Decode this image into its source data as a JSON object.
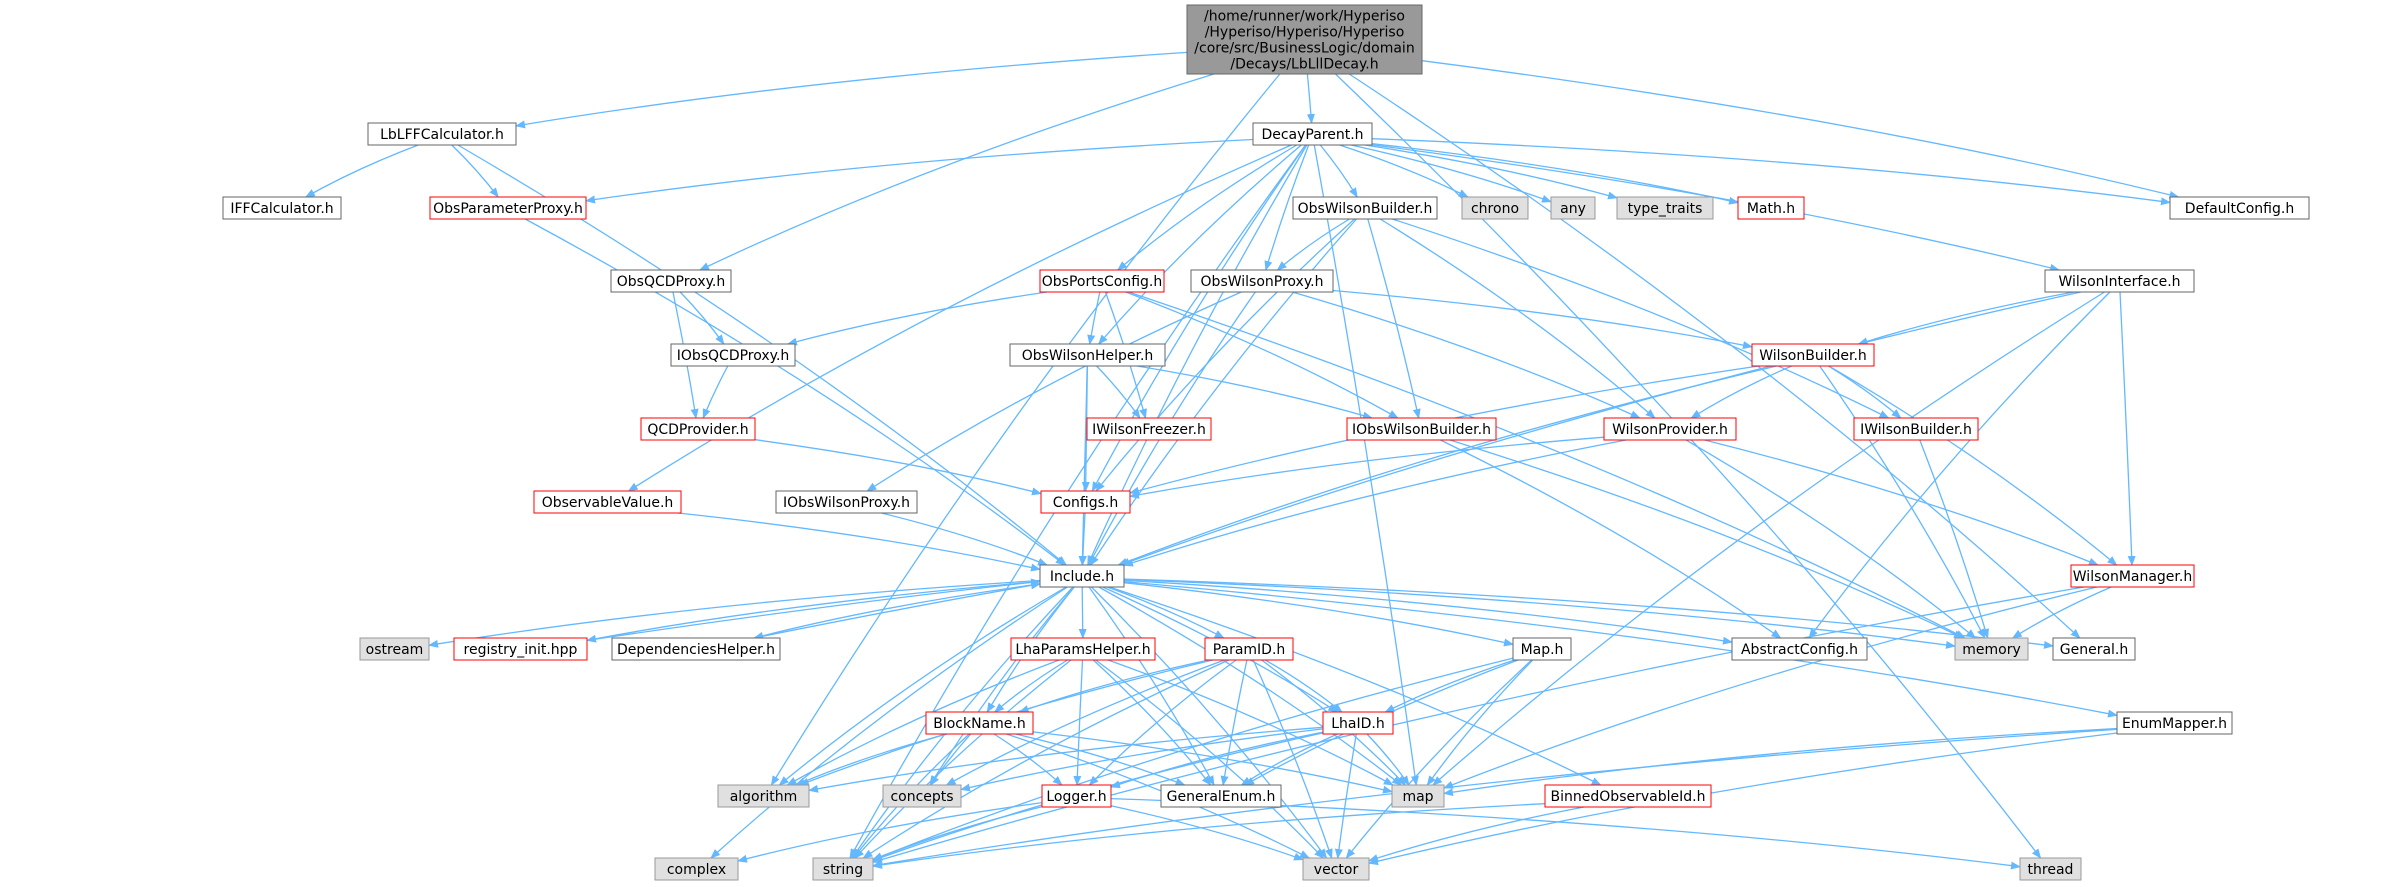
{
  "nodes": {
    "root": {
      "label": "/home/runner/work/Hyperiso\n/Hyperiso/Hyperiso/Hyperiso\n/core/src/BusinessLogic/domain\n/Decays/LbLllDecay.h",
      "style": "root"
    },
    "lblff": {
      "label": "LbLFFCalculator.h",
      "style": "normal"
    },
    "iff": {
      "label": "IFFCalculator.h",
      "style": "normal"
    },
    "decayparent": {
      "label": "DecayParent.h",
      "style": "normal"
    },
    "obsparamproxy": {
      "label": "ObsParameterProxy.h",
      "style": "red"
    },
    "chrono": {
      "label": "chrono",
      "style": "gray"
    },
    "any": {
      "label": "any",
      "style": "gray"
    },
    "typetraits": {
      "label": "type_traits",
      "style": "gray"
    },
    "math": {
      "label": "Math.h",
      "style": "red"
    },
    "defaultconfig": {
      "label": "DefaultConfig.h",
      "style": "normal"
    },
    "obswilsonbuilder": {
      "label": "ObsWilsonBuilder.h",
      "style": "normal"
    },
    "obsqcdproxy": {
      "label": "ObsQCDProxy.h",
      "style": "normal"
    },
    "obsportsconfig": {
      "label": "ObsPortsConfig.h",
      "style": "red"
    },
    "obswilsonproxy": {
      "label": "ObsWilsonProxy.h",
      "style": "normal"
    },
    "wilsoninterface": {
      "label": "WilsonInterface.h",
      "style": "normal"
    },
    "iobsqcdproxy": {
      "label": "IObsQCDProxy.h",
      "style": "normal"
    },
    "obswilsonhelper": {
      "label": "ObsWilsonHelper.h",
      "style": "normal"
    },
    "wilsonbuilder": {
      "label": "WilsonBuilder.h",
      "style": "red"
    },
    "qcdprovider": {
      "label": "QCDProvider.h",
      "style": "red"
    },
    "iwilsonfreezer": {
      "label": "IWilsonFreezer.h",
      "style": "red"
    },
    "iobswilsonbuilder": {
      "label": "IObsWilsonBuilder.h",
      "style": "red"
    },
    "wilsonprovider": {
      "label": "WilsonProvider.h",
      "style": "red"
    },
    "iwilsonbuilder": {
      "label": "IWilsonBuilder.h",
      "style": "red"
    },
    "observablevalue": {
      "label": "ObservableValue.h",
      "style": "red"
    },
    "iobswilsonproxy": {
      "label": "IObsWilsonProxy.h",
      "style": "normal"
    },
    "configs": {
      "label": "Configs.h",
      "style": "red"
    },
    "include": {
      "label": "Include.h",
      "style": "normal"
    },
    "wilsonmanager": {
      "label": "WilsonManager.h",
      "style": "red"
    },
    "ostream": {
      "label": "ostream",
      "style": "gray"
    },
    "registryinit": {
      "label": "registry_init.hpp",
      "style": "red"
    },
    "dependencieshelper": {
      "label": "DependenciesHelper.h",
      "style": "normal"
    },
    "lhaparamshelper": {
      "label": "LhaParamsHelper.h",
      "style": "red"
    },
    "paramid": {
      "label": "ParamID.h",
      "style": "red"
    },
    "maph": {
      "label": "Map.h",
      "style": "normal"
    },
    "abstractconfig": {
      "label": "AbstractConfig.h",
      "style": "normal"
    },
    "memory": {
      "label": "memory",
      "style": "gray"
    },
    "general": {
      "label": "General.h",
      "style": "normal"
    },
    "blockname": {
      "label": "BlockName.h",
      "style": "red"
    },
    "lhaid": {
      "label": "LhaID.h",
      "style": "red"
    },
    "enummapper": {
      "label": "EnumMapper.h",
      "style": "normal"
    },
    "algorithm": {
      "label": "algorithm",
      "style": "gray"
    },
    "concepts": {
      "label": "concepts",
      "style": "gray"
    },
    "logger": {
      "label": "Logger.h",
      "style": "red"
    },
    "generalenum": {
      "label": "GeneralEnum.h",
      "style": "normal"
    },
    "binnedobs": {
      "label": "BinnedObservableId.h",
      "style": "red"
    },
    "map": {
      "label": "map",
      "style": "gray"
    },
    "complex": {
      "label": "complex",
      "style": "gray"
    },
    "string": {
      "label": "string",
      "style": "gray"
    },
    "vector": {
      "label": "vector",
      "style": "gray"
    },
    "thread": {
      "label": "thread",
      "style": "gray"
    }
  },
  "edges": [
    [
      "root",
      "lblff"
    ],
    [
      "root",
      "decayparent"
    ],
    [
      "root",
      "defaultconfig"
    ],
    [
      "root",
      "obsqcdproxy"
    ],
    [
      "root",
      "algorithm"
    ],
    [
      "root",
      "thread"
    ],
    [
      "root",
      "general"
    ],
    [
      "lblff",
      "iff"
    ],
    [
      "lblff",
      "obsparamproxy"
    ],
    [
      "lblff",
      "include"
    ],
    [
      "decayparent",
      "obsparamproxy"
    ],
    [
      "decayparent",
      "chrono"
    ],
    [
      "decayparent",
      "any"
    ],
    [
      "decayparent",
      "typetraits"
    ],
    [
      "decayparent",
      "math"
    ],
    [
      "decayparent",
      "defaultconfig"
    ],
    [
      "decayparent",
      "obswilsonbuilder"
    ],
    [
      "decayparent",
      "obsportsconfig"
    ],
    [
      "decayparent",
      "obswilsonproxy"
    ],
    [
      "decayparent",
      "wilsoninterface"
    ],
    [
      "decayparent",
      "obswilsonhelper"
    ],
    [
      "decayparent",
      "configs"
    ],
    [
      "decayparent",
      "include"
    ],
    [
      "decayparent",
      "observablevalue"
    ],
    [
      "decayparent",
      "string"
    ],
    [
      "decayparent",
      "map"
    ],
    [
      "obsparamproxy",
      "include"
    ],
    [
      "obswilsonbuilder",
      "obswilsonproxy"
    ],
    [
      "obswilsonbuilder",
      "iobswilsonbuilder"
    ],
    [
      "obswilsonbuilder",
      "wilsonprovider"
    ],
    [
      "obswilsonbuilder",
      "iwilsonbuilder"
    ],
    [
      "obswilsonbuilder",
      "configs"
    ],
    [
      "obswilsonbuilder",
      "include"
    ],
    [
      "obsqcdproxy",
      "iobsqcdproxy"
    ],
    [
      "obsqcdproxy",
      "qcdprovider"
    ],
    [
      "obsportsconfig",
      "obswilsonhelper"
    ],
    [
      "obsportsconfig",
      "iwilsonfreezer"
    ],
    [
      "obsportsconfig",
      "iobswilsonbuilder"
    ],
    [
      "obsportsconfig",
      "iobsqcdproxy"
    ],
    [
      "obsportsconfig",
      "memory"
    ],
    [
      "obswilsonproxy",
      "wilsonbuilder"
    ],
    [
      "obswilsonproxy",
      "wilsonprovider"
    ],
    [
      "obswilsonproxy",
      "iobswilsonproxy"
    ],
    [
      "obswilsonproxy",
      "include"
    ],
    [
      "wilsoninterface",
      "wilsonbuilder"
    ],
    [
      "wilsoninterface",
      "wilsonmanager"
    ],
    [
      "wilsoninterface",
      "include"
    ],
    [
      "wilsoninterface",
      "abstractconfig"
    ],
    [
      "wilsoninterface",
      "map"
    ],
    [
      "iobsqcdproxy",
      "qcdprovider"
    ],
    [
      "obswilsonhelper",
      "iwilsonfreezer"
    ],
    [
      "obswilsonhelper",
      "iobswilsonbuilder"
    ],
    [
      "obswilsonhelper",
      "configs"
    ],
    [
      "obswilsonhelper",
      "include"
    ],
    [
      "wilsonbuilder",
      "iwilsonbuilder"
    ],
    [
      "wilsonbuilder",
      "wilsonprovider"
    ],
    [
      "wilsonbuilder",
      "wilsonmanager"
    ],
    [
      "wilsonbuilder",
      "memory"
    ],
    [
      "wilsonbuilder",
      "configs"
    ],
    [
      "wilsonbuilder",
      "include"
    ],
    [
      "qcdprovider",
      "configs"
    ],
    [
      "iobswilsonbuilder",
      "memory"
    ],
    [
      "iobswilsonbuilder",
      "abstractconfig"
    ],
    [
      "wilsonprovider",
      "configs"
    ],
    [
      "wilsonprovider",
      "include"
    ],
    [
      "wilsonprovider",
      "wilsonmanager"
    ],
    [
      "wilsonprovider",
      "memory"
    ],
    [
      "iwilsonbuilder",
      "memory"
    ],
    [
      "observablevalue",
      "include"
    ],
    [
      "iobswilsonproxy",
      "include"
    ],
    [
      "configs",
      "include"
    ],
    [
      "wilsonmanager",
      "memory"
    ],
    [
      "wilsonmanager",
      "map"
    ],
    [
      "wilsonmanager",
      "string"
    ],
    [
      "include",
      "ostream"
    ],
    [
      "include",
      "registryinit"
    ],
    [
      "include",
      "dependencieshelper"
    ],
    [
      "include",
      "lhaparamshelper"
    ],
    [
      "include",
      "paramid"
    ],
    [
      "include",
      "maph"
    ],
    [
      "include",
      "abstractconfig"
    ],
    [
      "include",
      "memory"
    ],
    [
      "include",
      "general"
    ],
    [
      "include",
      "blockname"
    ],
    [
      "include",
      "lhaid"
    ],
    [
      "include",
      "enummapper"
    ],
    [
      "include",
      "binnedobs"
    ],
    [
      "include",
      "complex"
    ],
    [
      "include",
      "string"
    ],
    [
      "include",
      "vector"
    ],
    [
      "include",
      "map"
    ],
    [
      "include",
      "concepts"
    ],
    [
      "include",
      "algorithm"
    ],
    [
      "include",
      "generalenum"
    ],
    [
      "registryinit",
      "include"
    ],
    [
      "dependencieshelper",
      "include"
    ],
    [
      "lhaparamshelper",
      "blockname"
    ],
    [
      "lhaparamshelper",
      "logger"
    ],
    [
      "lhaparamshelper",
      "generalenum"
    ],
    [
      "lhaparamshelper",
      "algorithm"
    ],
    [
      "lhaparamshelper",
      "string"
    ],
    [
      "lhaparamshelper",
      "vector"
    ],
    [
      "lhaparamshelper",
      "map"
    ],
    [
      "paramid",
      "blockname"
    ],
    [
      "paramid",
      "lhaid"
    ],
    [
      "paramid",
      "logger"
    ],
    [
      "paramid",
      "generalenum"
    ],
    [
      "paramid",
      "concepts"
    ],
    [
      "paramid",
      "algorithm"
    ],
    [
      "paramid",
      "string"
    ],
    [
      "paramid",
      "vector"
    ],
    [
      "paramid",
      "map"
    ],
    [
      "maph",
      "lhaid"
    ],
    [
      "maph",
      "generalenum"
    ],
    [
      "maph",
      "map"
    ],
    [
      "maph",
      "string"
    ],
    [
      "maph",
      "vector"
    ],
    [
      "blockname",
      "algorithm"
    ],
    [
      "blockname",
      "concepts"
    ],
    [
      "blockname",
      "logger"
    ],
    [
      "blockname",
      "generalenum"
    ],
    [
      "blockname",
      "map"
    ],
    [
      "blockname",
      "string"
    ],
    [
      "blockname",
      "vector"
    ],
    [
      "lhaid",
      "algorithm"
    ],
    [
      "lhaid",
      "concepts"
    ],
    [
      "lhaid",
      "logger"
    ],
    [
      "lhaid",
      "generalenum"
    ],
    [
      "lhaid",
      "map"
    ],
    [
      "lhaid",
      "string"
    ],
    [
      "lhaid",
      "vector"
    ],
    [
      "logger",
      "complex"
    ],
    [
      "logger",
      "string"
    ],
    [
      "logger",
      "vector"
    ],
    [
      "logger",
      "thread"
    ],
    [
      "enummapper",
      "map"
    ],
    [
      "enummapper",
      "string"
    ],
    [
      "enummapper",
      "vector"
    ],
    [
      "binnedobs",
      "string"
    ],
    [
      "binnedobs",
      "vector"
    ]
  ],
  "colors": {
    "edge": "#63b8ff",
    "normal_border": "#666666",
    "red_border": "#ff0000",
    "gray_fill": "#e0e0e0",
    "gray_border": "#999999",
    "root_fill": "#999999",
    "root_border": "#666666",
    "text": "#000000"
  }
}
